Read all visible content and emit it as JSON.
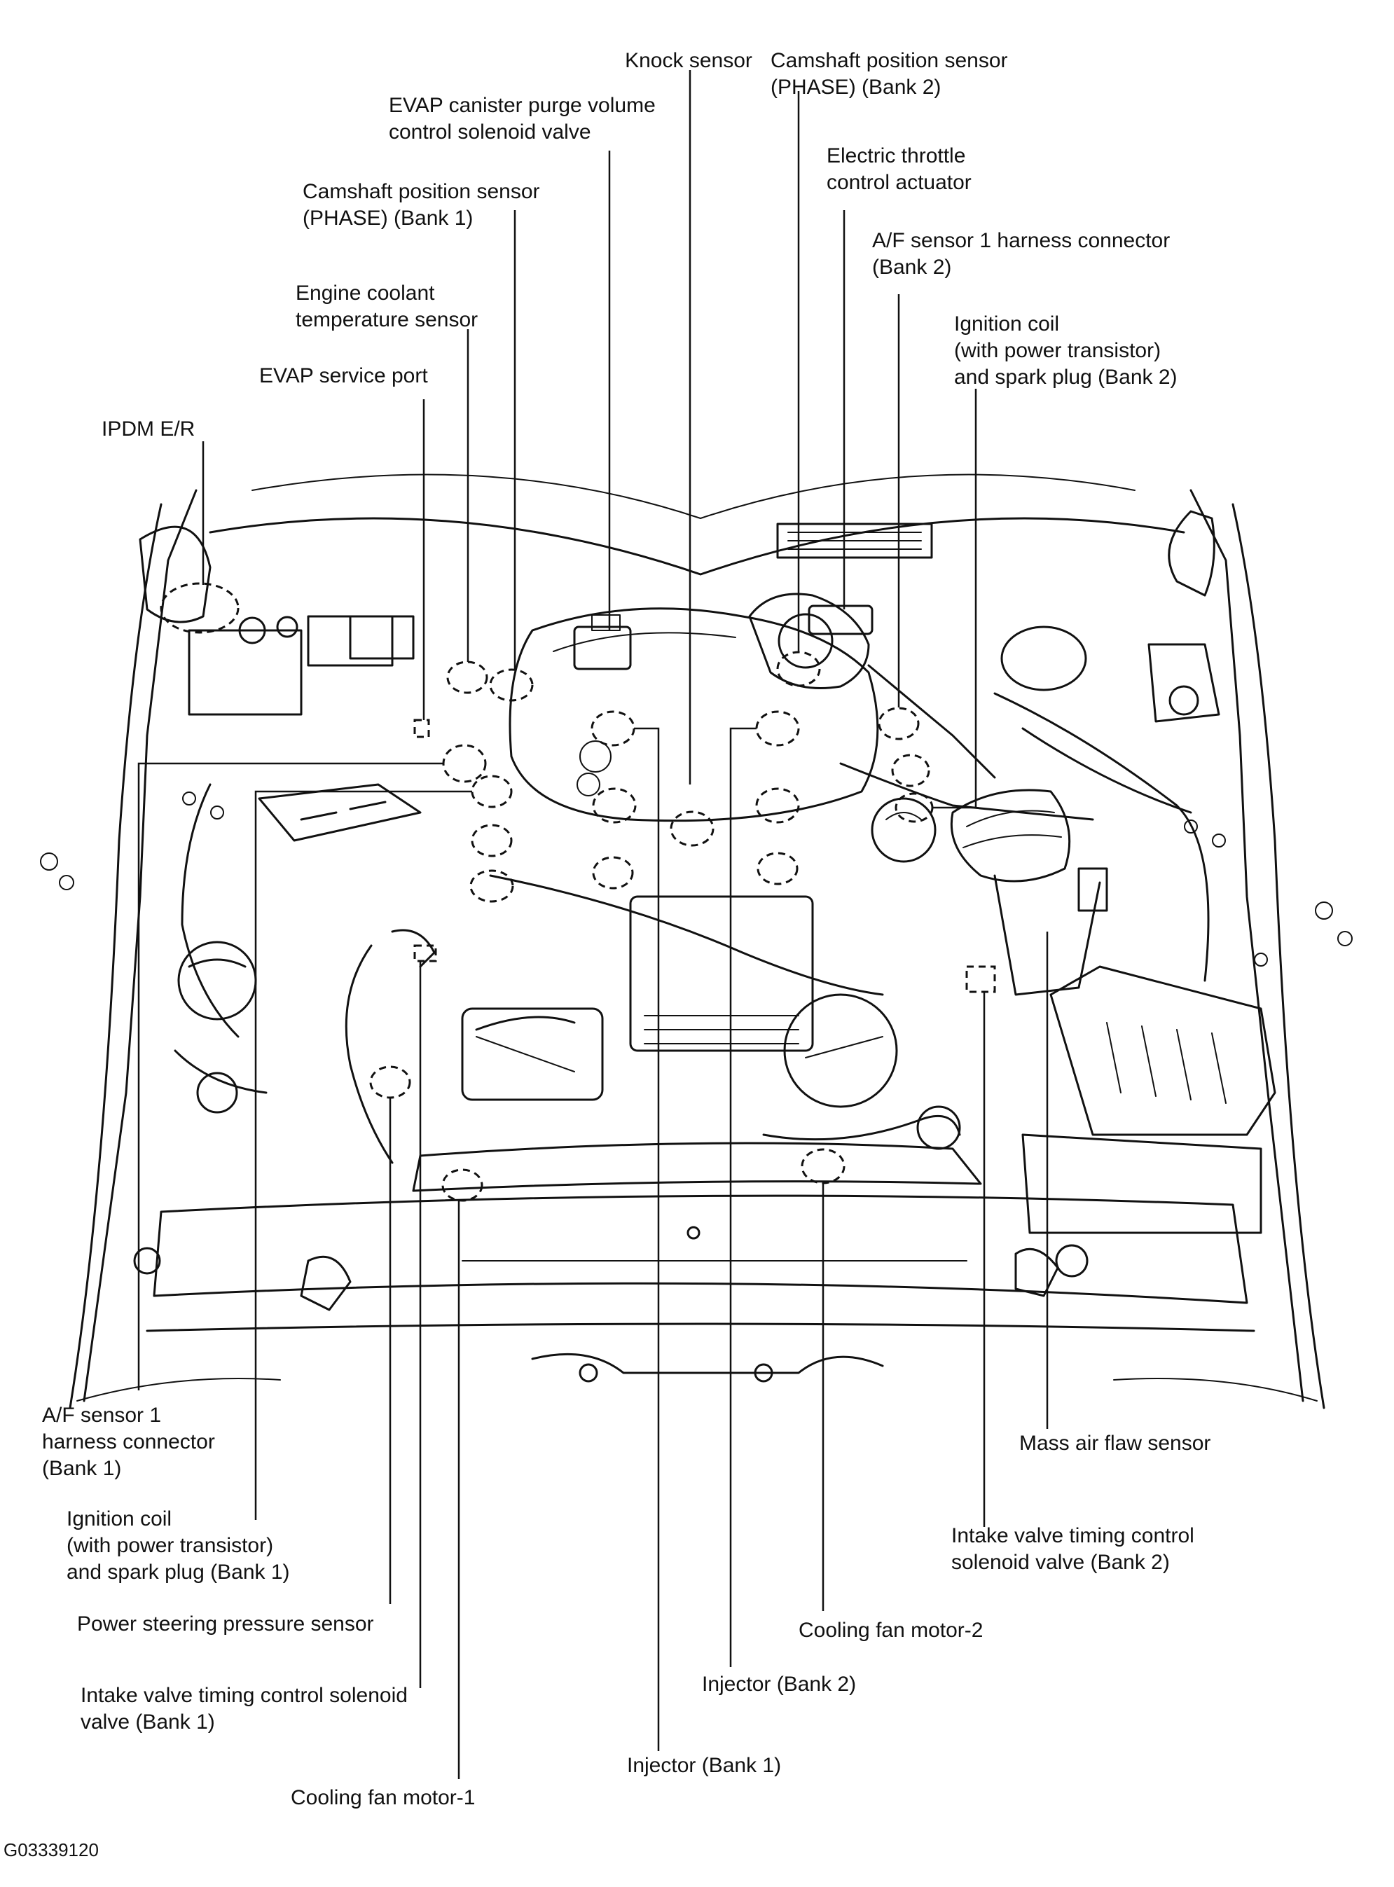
{
  "figure_id": "G03339120",
  "labels": {
    "knock_sensor": [
      "Knock sensor"
    ],
    "cmp_bank2": [
      "Camshaft position sensor",
      "(PHASE) (Bank 2)"
    ],
    "evap_purge": [
      "EVAP canister purge volume",
      "control solenoid valve"
    ],
    "throttle": [
      "Electric throttle",
      "control actuator"
    ],
    "cmp_bank1": [
      "Camshaft position sensor",
      "(PHASE) (Bank 1)"
    ],
    "af_bank2": [
      "A/F sensor 1 harness connector",
      "(Bank 2)"
    ],
    "ect": [
      "Engine coolant",
      "temperature sensor"
    ],
    "ign_bank2": [
      "Ignition coil",
      "(with power transistor)",
      "and spark plug (Bank 2)"
    ],
    "evap_port": [
      "EVAP service port"
    ],
    "ipdm": [
      "IPDM E/R"
    ],
    "af_bank1": [
      "A/F sensor 1",
      "harness connector",
      "(Bank 1)"
    ],
    "maf": [
      "Mass air flaw sensor"
    ],
    "ign_bank1": [
      "Ignition coil",
      "(with power transistor)",
      "and spark plug (Bank 1)"
    ],
    "ivt_bank2": [
      "Intake valve timing control",
      "solenoid valve (Bank 2)"
    ],
    "ps_sensor": [
      "Power steering pressure sensor"
    ],
    "fan2": [
      "Cooling fan motor-2"
    ],
    "ivt_bank1": [
      "Intake valve timing control solenoid",
      "valve (Bank 1)"
    ],
    "inj_bank2": [
      "Injector (Bank 2)"
    ],
    "inj_bank1": [
      "Injector (Bank 1)"
    ],
    "fan1": [
      "Cooling fan motor-1"
    ]
  }
}
